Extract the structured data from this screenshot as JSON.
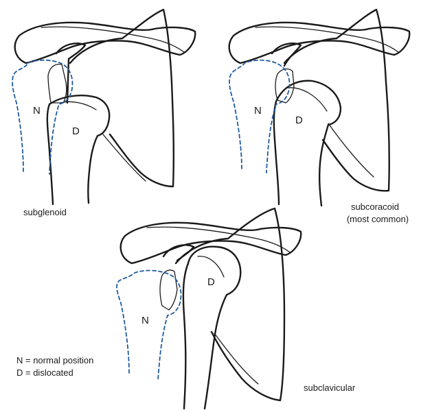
{
  "colors": {
    "bone": "#1a1a1a",
    "normal_position": "#1f5aa0"
  },
  "figures": [
    {
      "caption": [
        "subglenoid"
      ],
      "normal_label": "N",
      "dislocated_label": "D"
    },
    {
      "caption": [
        "subcoracoid",
        "(most common)"
      ],
      "normal_label": "N",
      "dislocated_label": "D"
    },
    {
      "caption": [
        "subclavicular"
      ],
      "normal_label": "N",
      "dislocated_label": "D"
    }
  ],
  "key": [
    "N = normal position",
    "D = dislocated"
  ]
}
